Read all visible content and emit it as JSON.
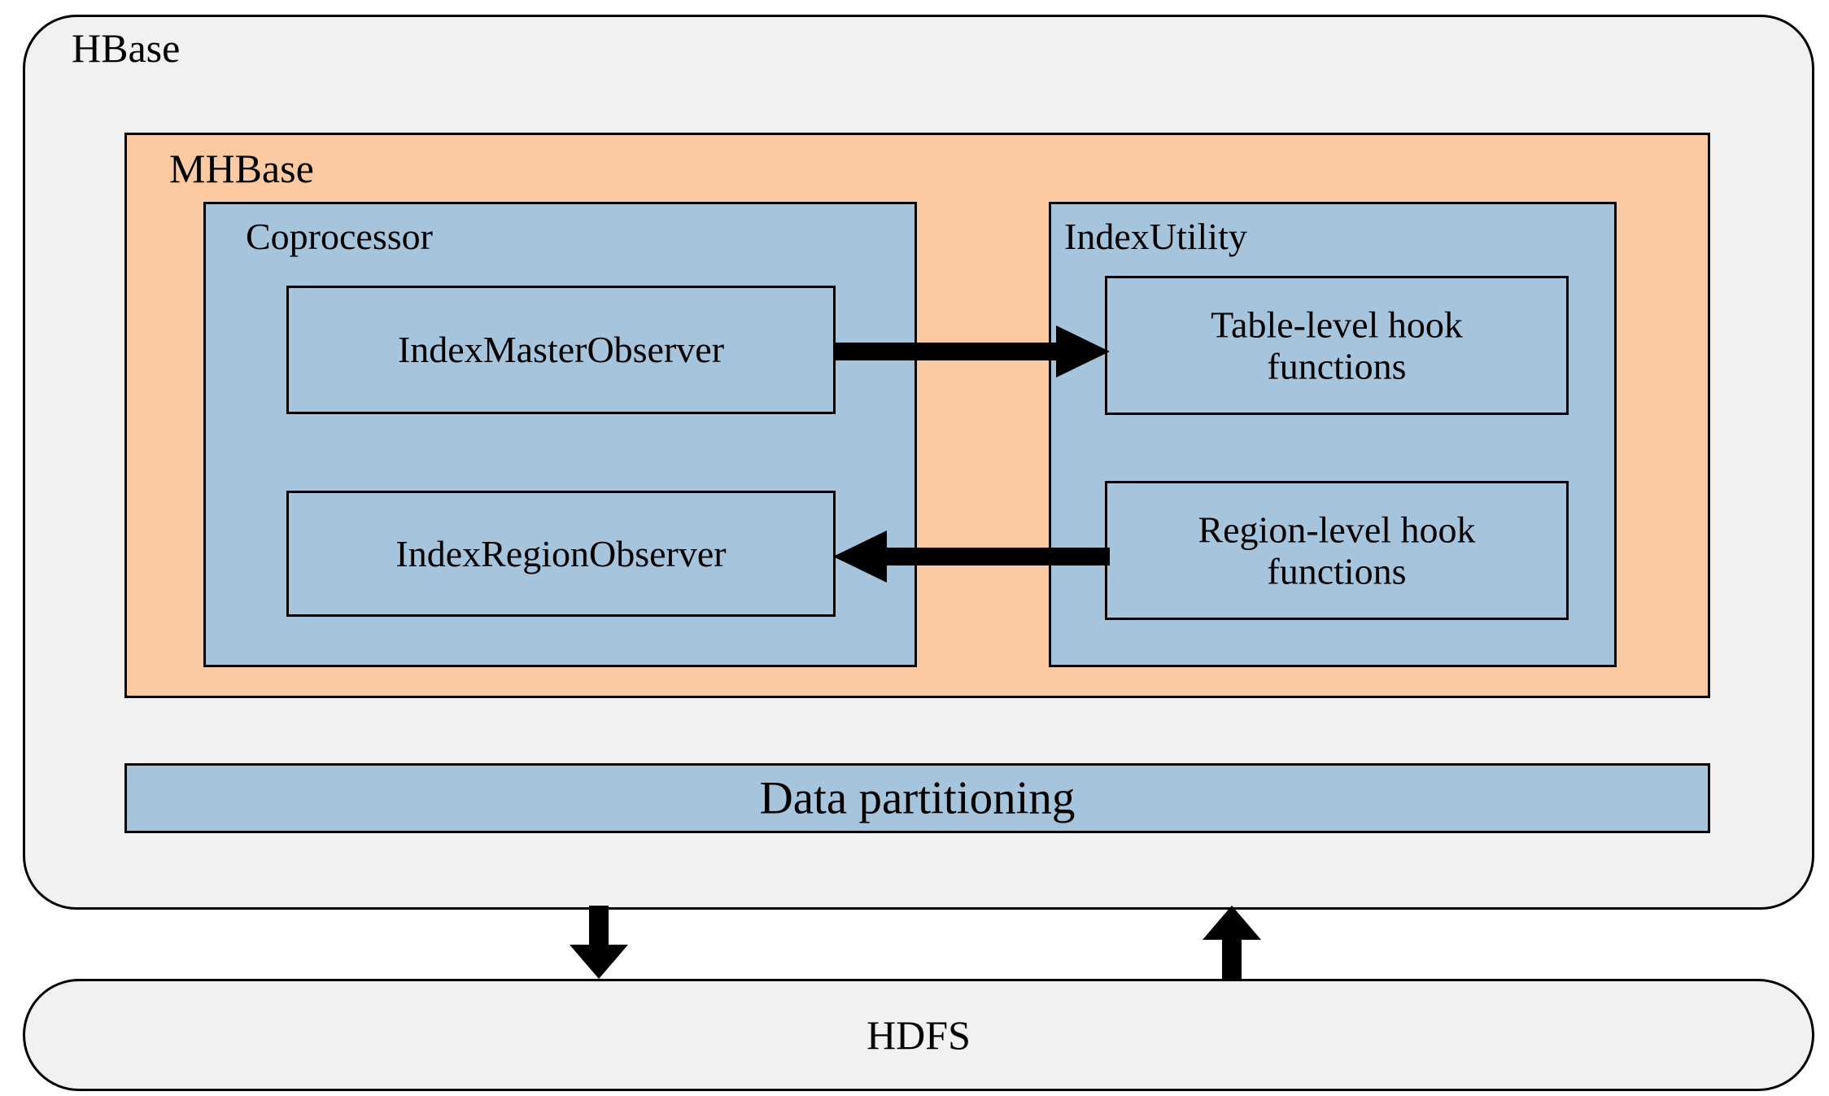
{
  "diagram": {
    "title": "MHBase architecture within HBase over HDFS",
    "colors": {
      "outer_container_fill": "#f1f1f1",
      "mhbase_fill": "#fbcaa2",
      "module_fill": "#a7c4dd",
      "stroke": "#000000",
      "arrow": "#000000",
      "page_background": "#ffffff"
    },
    "layers": {
      "hbase": {
        "label": "HBase",
        "children": {
          "mhbase": {
            "label": "MHBase",
            "modules": [
              {
                "label": "Coprocessor",
                "items": [
                  {
                    "label": "IndexMasterObserver"
                  },
                  {
                    "label": "IndexRegionObserver"
                  }
                ]
              },
              {
                "label": "IndexUtility",
                "items": [
                  {
                    "label": "Table-level hook\nfunctions",
                    "line1": "Table-level hook",
                    "line2": "functions"
                  },
                  {
                    "label": "Region-level hook\nfunctions",
                    "line1": "Region-level hook",
                    "line2": "functions"
                  }
                ]
              }
            ]
          },
          "data_partitioning": {
            "label": "Data partitioning"
          }
        }
      },
      "hdfs": {
        "label": "HDFS"
      }
    },
    "connectors": [
      {
        "name": "index-master-observer-to-table-level-hooks",
        "from": "IndexMasterObserver",
        "to": "Table-level hook functions",
        "direction": "right"
      },
      {
        "name": "region-level-hooks-to-index-region-observer",
        "from": "Region-level hook functions",
        "to": "IndexRegionObserver",
        "direction": "left"
      },
      {
        "name": "hbase-to-hdfs-write",
        "from": "HBase",
        "to": "HDFS",
        "direction": "down"
      },
      {
        "name": "hdfs-to-hbase-read",
        "from": "HDFS",
        "to": "HBase",
        "direction": "up"
      }
    ]
  }
}
